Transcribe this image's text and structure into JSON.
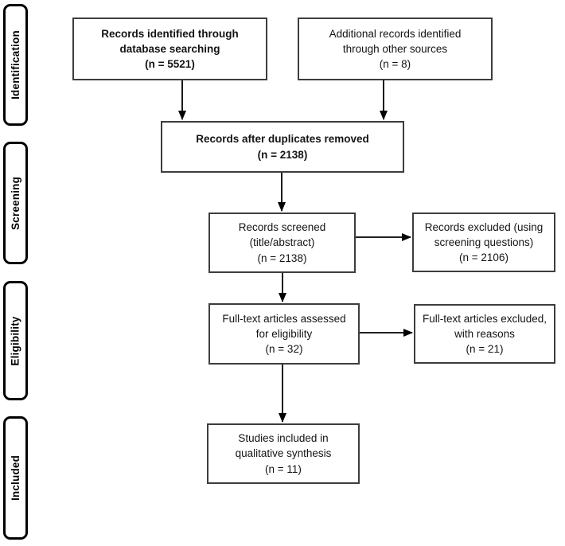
{
  "colors": {
    "background": "#ffffff",
    "box_border": "#3d3d3d",
    "sidebar_border": "#000000",
    "text": "#141414",
    "arrow": "#000000"
  },
  "sidebar": {
    "stages": [
      {
        "label": "Identification"
      },
      {
        "label": "Screening"
      },
      {
        "label": "Eligibility"
      },
      {
        "label": "Included"
      }
    ]
  },
  "flow": {
    "records_identified": {
      "text": "Records identified through\ndatabase searching\n(n = 5521)",
      "n": 5521
    },
    "additional_records": {
      "text": "Additional records identified\nthrough other sources\n(n = 8)",
      "n": 8
    },
    "duplicates_removed": {
      "text": "Records after duplicates removed\n(n = 2138)",
      "n": 2138
    },
    "records_screened": {
      "text": "Records screened\n(title/abstract)\n(n = 2138)",
      "n": 2138
    },
    "records_excluded": {
      "text": "Records excluded (using\nscreening questions)\n(n = 2106)",
      "n": 2106
    },
    "fulltext_assessed": {
      "text": "Full-text articles assessed\nfor eligibility\n(n = 32)",
      "n": 32
    },
    "fulltext_excluded": {
      "text": "Full-text articles excluded,\nwith reasons\n(n = 21)",
      "n": 21
    },
    "studies_included": {
      "text": "Studies included in\nqualitative synthesis\n(n = 11)",
      "n": 11
    }
  }
}
